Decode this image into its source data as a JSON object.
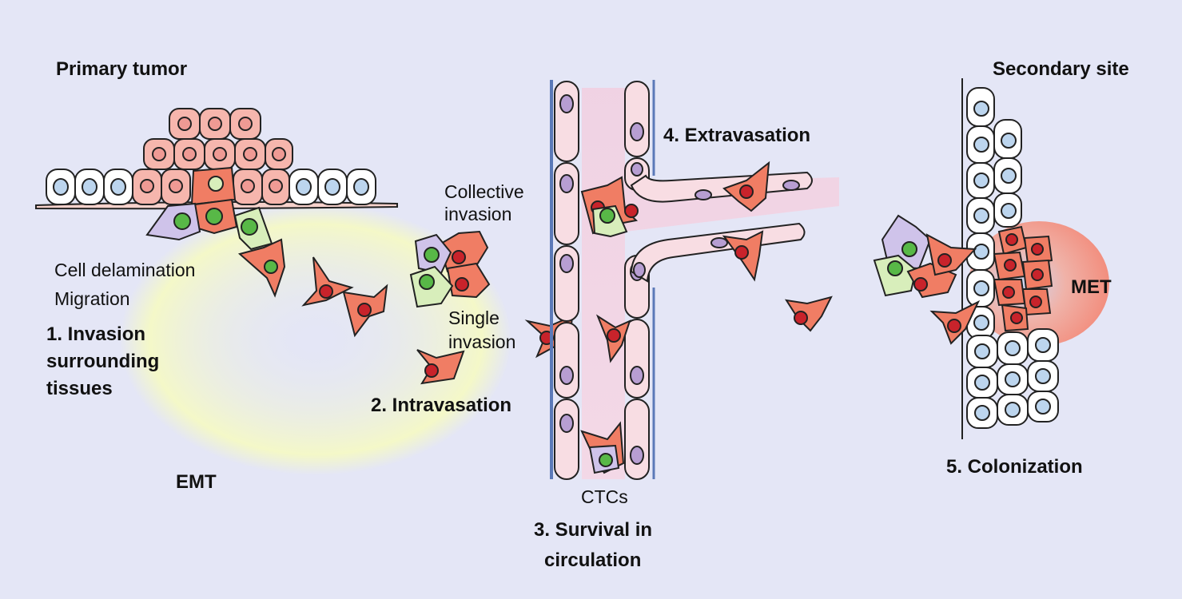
{
  "labels": {
    "primary_tumor": "Primary tumor",
    "secondary_site": "Secondary site",
    "extravasation": "4. Extravasation",
    "collective_l1": "Collective",
    "collective_l2": "invasion",
    "delamination": "Cell delamination",
    "migration": "Migration",
    "invasion_l1": "1. Invasion",
    "invasion_l2": "surrounding",
    "invasion_l3": "tissues",
    "single_l1": "Single",
    "single_l2": "invasion",
    "intravasation": "2. Intravasation",
    "emt": "EMT",
    "ctcs": "CTCs",
    "survival_l1": "3. Survival in",
    "survival_l2": "circulation",
    "met": "MET",
    "colonization": "5. Colonization"
  },
  "colors": {
    "background": "#e4e6f6",
    "tumor_cell": "#f6b6ad",
    "tumor_nucleus": "#ef9a94",
    "epithelial_cell": "#ffffff",
    "epithelial_nucleus": "#bcd5ee",
    "mesenchymal_cell": "#f07d64",
    "mesenchymal_nucleus": "#c8232b",
    "green_cell": "#d8eebb",
    "green_nucleus": "#58b847",
    "purple_cell": "#cfc3ea",
    "endothelial_cell": "#f8dde3",
    "endothelial_nucleus": "#b79ed2",
    "vessel_wall": "#5b79b8",
    "emt_glow": "#f3f7c6",
    "met_glow": "#f28e7e"
  }
}
